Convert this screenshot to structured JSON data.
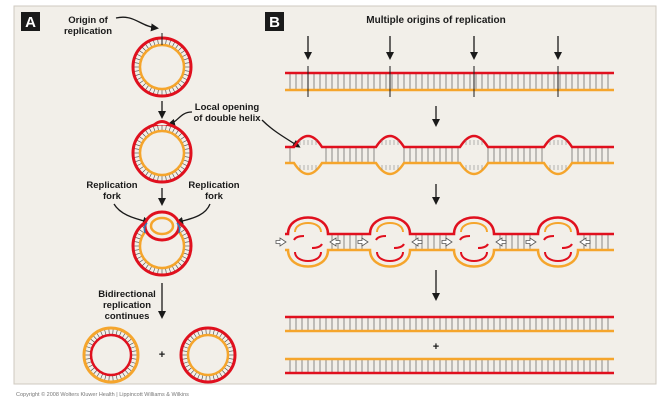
{
  "panels": {
    "a": {
      "letter": "A",
      "origin_label": [
        "Origin of",
        "replication"
      ],
      "opening_label": [
        "Local opening",
        "of double helix"
      ],
      "fork_left_label": [
        "Replication",
        "fork"
      ],
      "fork_right_label": [
        "Replication",
        "fork"
      ],
      "bidirectional_label": [
        "Bidirectional",
        "replication",
        "continues"
      ],
      "plus": "+"
    },
    "b": {
      "letter": "B",
      "heading": "Multiple origins of replication",
      "plus": "+"
    }
  },
  "copyright": "Copyright © 2008 Wolters Kluwer Health | Lippincott Williams & Wilkins",
  "colors": {
    "parental_strand": "#e0101e",
    "daughter_strand": "#f5a52c",
    "background": "#f2efe9",
    "label_box": "#1a1a1a"
  }
}
